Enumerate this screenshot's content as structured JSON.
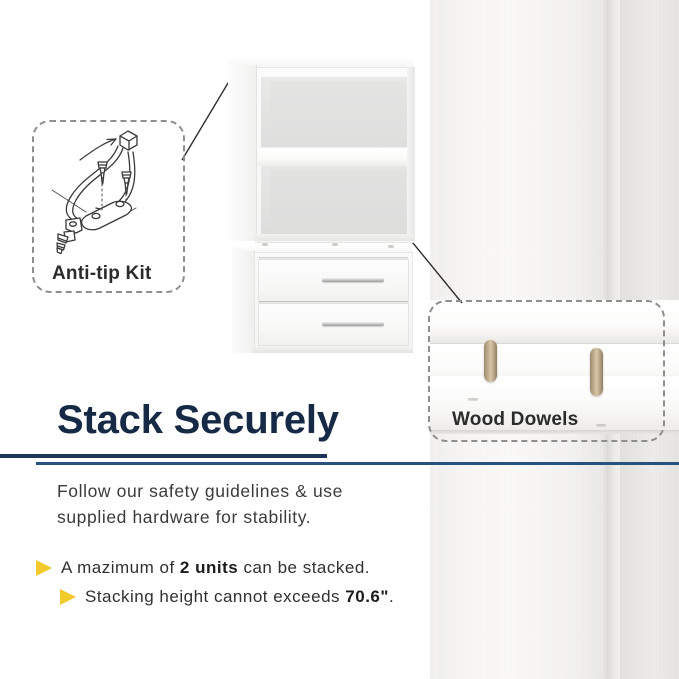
{
  "headline": "Stack Securely",
  "subtext": "Follow our safety guidelines & use supplied hardware for stability.",
  "callouts": {
    "anti_tip": {
      "label": "Anti-tip Kit",
      "icon": "anti-tip-bracket-icon"
    },
    "wood_dowels": {
      "label": "Wood Dowels",
      "icon": "wood-dowel-icon"
    }
  },
  "bullets": [
    {
      "prefix": "A mazimum of ",
      "emphasis": "2 units",
      "suffix": " can be stacked."
    },
    {
      "prefix": "Stacking height cannot exceeds ",
      "emphasis": "70.6\"",
      "suffix": "."
    }
  ],
  "colors": {
    "headline_navy": "#172a45",
    "rule_navy": "#1d3557",
    "rule_thin_navy": "#26527f",
    "bullet_gold": "#f2ca2b",
    "dashed_border": "#8e8e8e",
    "dowel_wood": "#c2ae8e",
    "body_text": "#3b3b3b"
  }
}
